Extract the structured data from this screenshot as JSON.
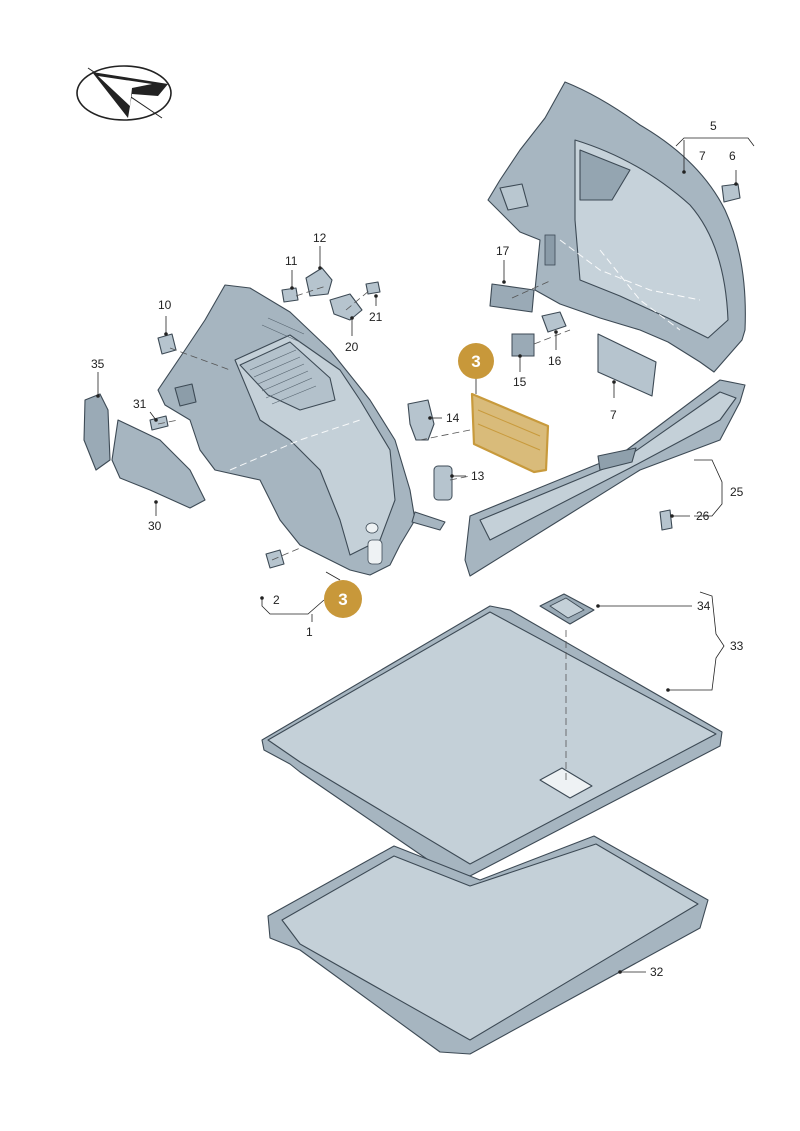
{
  "colors": {
    "part_fill": "#a9b8c3",
    "part_fill_light": "#c9d5dd",
    "part_shadow": "#8596a3",
    "highlight": "#c89a3c",
    "highlight_fill": "#d9bb7a",
    "badge_fill": "#c8983a"
  },
  "logo": {
    "icon": "arrow-logo-icon"
  },
  "callouts": [
    {
      "id": "1",
      "text": "1"
    },
    {
      "id": "2",
      "text": "2"
    },
    {
      "id": "5",
      "text": "5"
    },
    {
      "id": "6",
      "text": "6"
    },
    {
      "id": "7a",
      "text": "7"
    },
    {
      "id": "7b",
      "text": "7"
    },
    {
      "id": "10",
      "text": "10"
    },
    {
      "id": "11",
      "text": "11"
    },
    {
      "id": "12",
      "text": "12"
    },
    {
      "id": "13",
      "text": "13"
    },
    {
      "id": "14",
      "text": "14"
    },
    {
      "id": "15",
      "text": "15"
    },
    {
      "id": "16",
      "text": "16"
    },
    {
      "id": "17",
      "text": "17"
    },
    {
      "id": "20",
      "text": "20"
    },
    {
      "id": "21",
      "text": "21"
    },
    {
      "id": "25",
      "text": "25"
    },
    {
      "id": "26",
      "text": "26"
    },
    {
      "id": "30",
      "text": "30"
    },
    {
      "id": "31",
      "text": "31"
    },
    {
      "id": "32",
      "text": "32"
    },
    {
      "id": "33",
      "text": "33"
    },
    {
      "id": "34",
      "text": "34"
    },
    {
      "id": "35",
      "text": "35"
    }
  ],
  "badges": [
    {
      "id": "badge-upper",
      "text": "3"
    },
    {
      "id": "badge-lower",
      "text": "3"
    }
  ]
}
